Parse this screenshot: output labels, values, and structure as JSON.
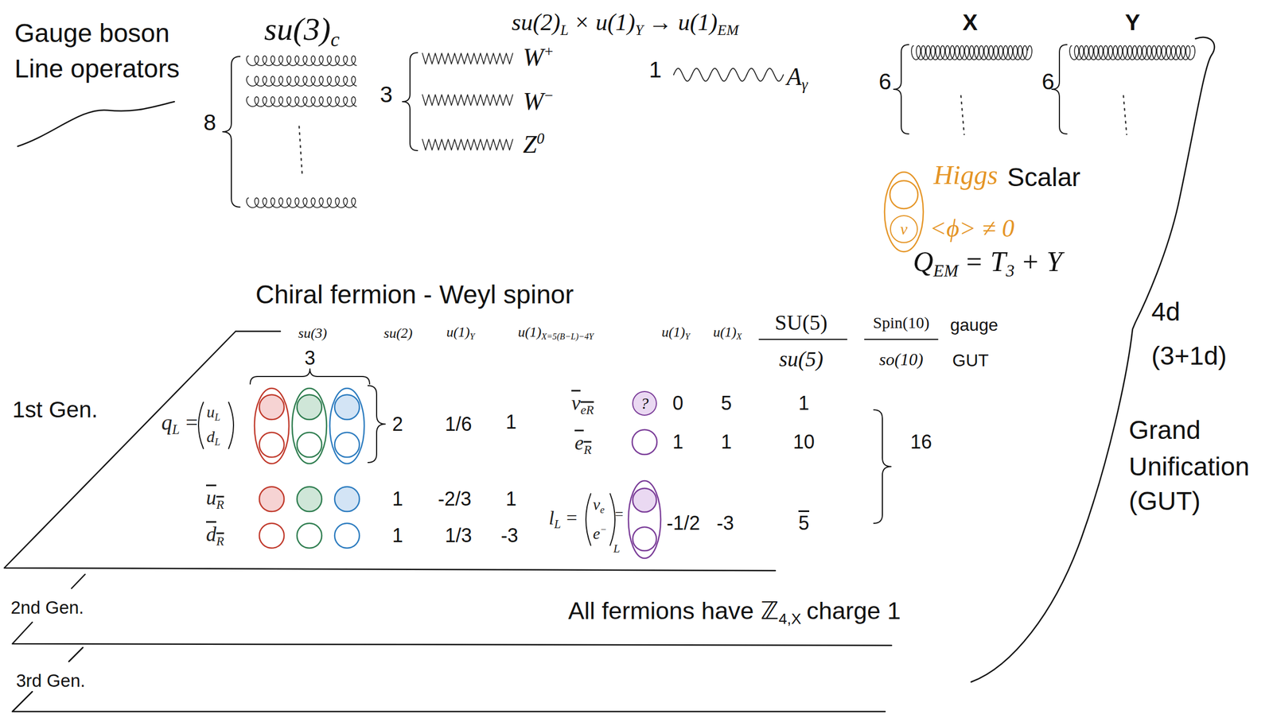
{
  "diagram": {
    "nodes": [
      {
        "text": [
          "v"
        ]
      },
      {
        "text": [
          "?"
        ]
      }
    ],
    "labels": [
      "Gauge boson",
      "Line operators",
      "su(3)",
      "c",
      "8",
      "su(2)",
      "L",
      "× u(1)",
      "Y",
      "→ u(1)",
      "EM",
      "3",
      "W",
      "+",
      "W",
      "−",
      "Z",
      "0",
      "1",
      "A",
      "γ",
      "X",
      "Y",
      "6",
      "6",
      "Higgs",
      "Scalar",
      "<ϕ> ≠ 0",
      "Q",
      "EM",
      "= T",
      "3",
      "+ Y",
      "4d",
      "(3+1d)",
      "Grand",
      "Unification",
      "(GUT)",
      "Chiral fermion - Weyl spinor",
      "su(3)",
      "su(2)",
      "u(1)",
      "Y",
      "u(1)",
      "X=5(B−L)−4Y",
      "u(1)",
      "Y",
      "u(1)",
      "X",
      "SU(5)",
      "su(5)",
      "Spin(10)",
      "so(10)",
      "gauge",
      "GUT",
      "3",
      "1st Gen.",
      "q",
      "L",
      "=",
      "u",
      "L",
      "d",
      "L",
      "2",
      "1/6",
      "1",
      "u",
      "R",
      "1",
      "-2/3",
      "1",
      "d",
      "R",
      "1",
      "1/3",
      "-3",
      "ν",
      "eR",
      "0",
      "5",
      "1",
      "e",
      "R",
      "1",
      "1",
      "10",
      "16",
      "l",
      "L",
      "=",
      "ν",
      "e",
      "e",
      "−",
      "L",
      "=",
      "-1/2",
      "-3",
      "5",
      "2nd Gen.",
      "All fermions have ℤ",
      "4,X",
      "charge 1",
      "3rd Gen."
    ]
  }
}
